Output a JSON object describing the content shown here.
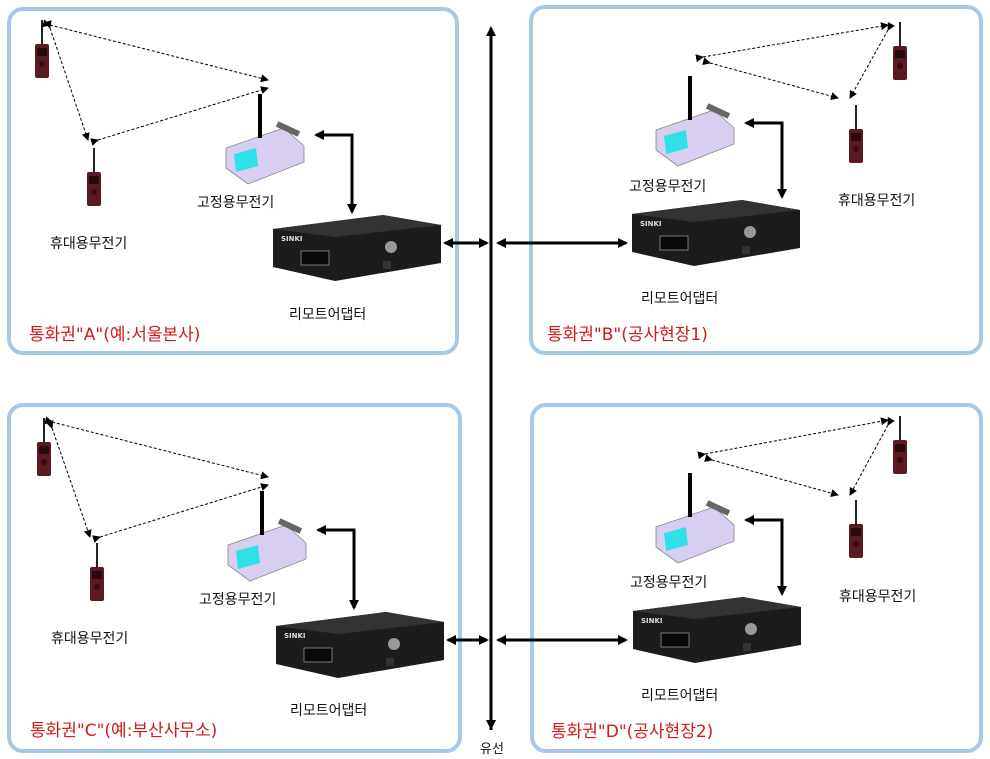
{
  "zones": [
    {
      "id": "a",
      "title": "통화권\"A\"(예:서울본사)",
      "fixed_radio": "고정용무전기",
      "portable_radio": "휴대용무전기",
      "adapter": "리모트어댑터"
    },
    {
      "id": "b",
      "title": "통화권\"B\"(공사현장1)",
      "fixed_radio": "고정용무전기",
      "portable_radio": "휴대용무전기",
      "adapter": "리모트어댑터"
    },
    {
      "id": "c",
      "title": "통화권\"C\"(예:부산사무소)",
      "fixed_radio": "고정용무전기",
      "portable_radio": "휴대용무전기",
      "adapter": "리모트어댑터"
    },
    {
      "id": "d",
      "title": "통화권\"D\"(공사현장2)",
      "fixed_radio": "고정용무전기",
      "portable_radio": "휴대용무전기",
      "adapter": "리모트어댑터"
    }
  ],
  "wire": {
    "label": "유선"
  },
  "adapter_brand": "SINKI",
  "colors": {
    "zone_border": "#a8c8ea",
    "title_red": "#d11a1a",
    "fixed_radio_body": "#d8cff0",
    "fixed_radio_screen": "#30e0e8",
    "portable_radio": "#5a1a22",
    "adapter_body": "#1c1c1c"
  }
}
